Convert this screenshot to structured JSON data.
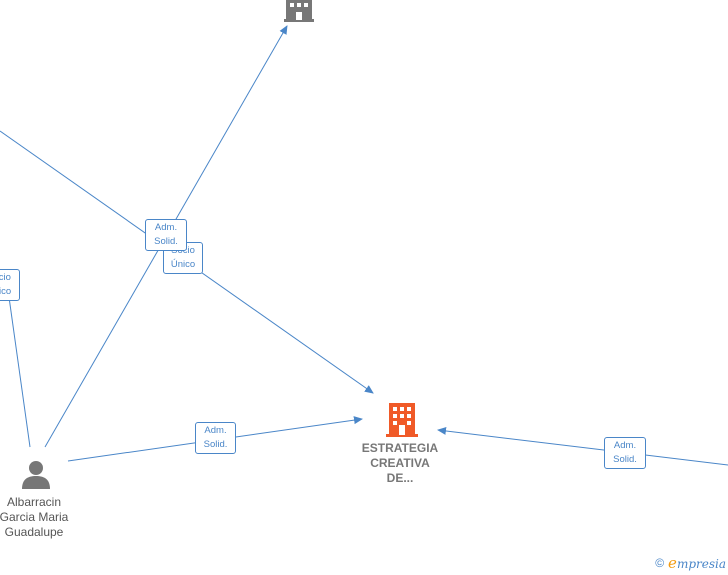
{
  "colors": {
    "edge": "#4a86c8",
    "company_main": "#f05a28",
    "company_other": "#777777",
    "person": "#777777"
  },
  "nodes": {
    "main_company": {
      "line1": "ESTRATEGIA",
      "line2": "CREATIVA",
      "line3": "DE...",
      "icon": "building-icon"
    },
    "top_company": {
      "icon": "building-icon"
    },
    "person": {
      "line1": "Albarracin",
      "line2": "Garcia Maria",
      "line3": "Guadalupe",
      "icon": "person-icon"
    }
  },
  "edge_labels": {
    "top_adm": {
      "line1": "Adm.",
      "line2": "Solid."
    },
    "top_socio": {
      "line1": "Socio",
      "line2": "Único"
    },
    "left_socio": {
      "line1": "Socio",
      "line2": "Único"
    },
    "bottom_adm": {
      "line1": "Adm.",
      "line2": "Solid."
    },
    "right_adm": {
      "line1": "Adm.",
      "line2": "Solid."
    }
  },
  "footer": {
    "copyright": "©",
    "brand_initial": "e",
    "brand_rest": "mpresia"
  }
}
